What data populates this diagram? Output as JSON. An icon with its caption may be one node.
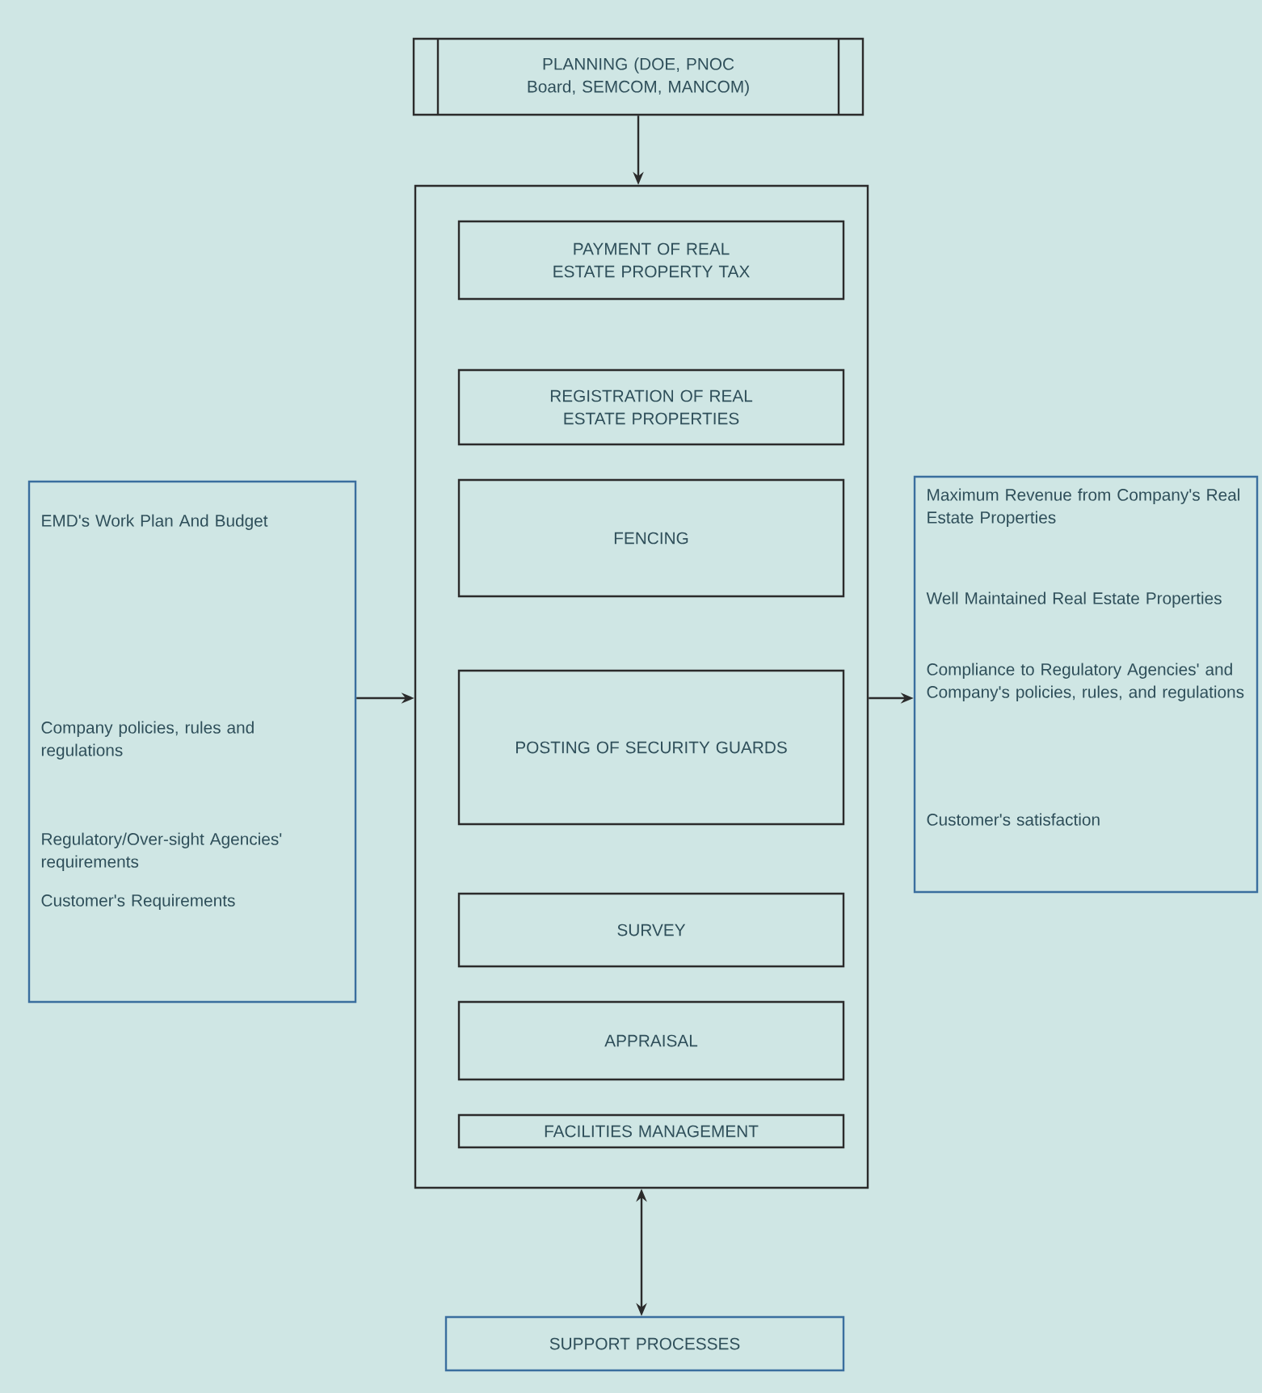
{
  "diagram": {
    "nodes": [
      {
        "text": [
          "PLANNING (DOE, PNOC Board, SEMCOM, MANCOM)"
        ]
      },
      {
        "text": [],
        "shape": "box"
      },
      {
        "text": [
          "PAYMENT OF REAL ESTATE PROPERTY TAX"
        ],
        "in": 1
      },
      {
        "text": [
          "REGISTRATION OF REAL ESTATE PROPERTIES"
        ],
        "in": 1
      },
      {
        "text": [
          "FENCING"
        ],
        "in": 1
      },
      {
        "text": [
          "POSTING OF SECURITY GUARDS"
        ],
        "in": 1
      },
      {
        "text": [
          "SURVEY"
        ],
        "in": 1
      },
      {
        "text": [
          "APPRAISAL"
        ],
        "in": 1
      },
      {
        "text": [
          "FACILITIES MANAGEMENT"
        ],
        "in": 1
      },
      {
        "text": [
          "EMD's Work Plan And Budget",
          "Company policies, rules and regulations",
          "Regulatory/Over-sight Agencies' requirements",
          "Customer's Requirements"
        ]
      },
      {
        "text": [
          "Maximum Revenue from Company's Real Estate Properties",
          "Well Maintained Real Estate Properties",
          "Compliance to Regulatory Agencies' and Company's policies, rules, and regulations",
          "Customer's satisfaction"
        ]
      },
      {
        "text": [
          "SUPPORT PROCESSES"
        ]
      }
    ],
    "edges": [
      {
        "from": 0,
        "to": 1,
        "arrow": "to"
      },
      {
        "from": 9,
        "to": 1,
        "arrow": "to"
      },
      {
        "from": 1,
        "to": 10,
        "arrow": "to"
      },
      {
        "from": 1,
        "to": 11,
        "arrow": "both"
      }
    ]
  }
}
